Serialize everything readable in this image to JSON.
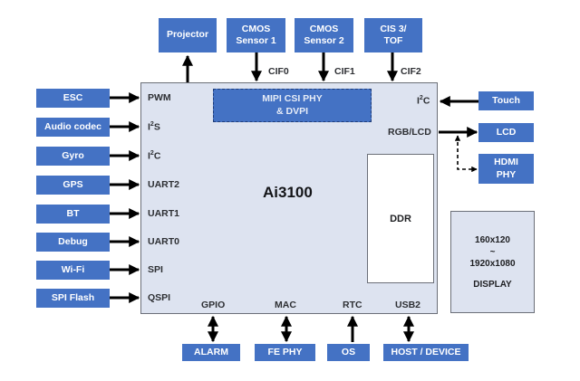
{
  "chip": {
    "name": "Ai3100",
    "internal_block": "MIPI CSI PHY\n& DVPI",
    "memory": "DDR"
  },
  "top_peripherals": [
    {
      "label": "Projector",
      "interface": "",
      "direction": "out"
    },
    {
      "label": "CMOS\nSensor 1",
      "interface": "CIF0",
      "direction": "in"
    },
    {
      "label": "CMOS\nSensor  2",
      "interface": "CIF1",
      "direction": "in"
    },
    {
      "label": "CIS 3/\nTOF",
      "interface": "CIF2",
      "direction": "in"
    }
  ],
  "left_peripherals": [
    {
      "label": "ESC",
      "interface": "PWM",
      "direction": "bidirectional"
    },
    {
      "label": "Audio codec",
      "interface_base": "I",
      "interface_sup": "2",
      "interface_tail": "S",
      "direction": "bidirectional"
    },
    {
      "label": "Gyro",
      "interface_base": "I",
      "interface_sup": "2",
      "interface_tail": "C",
      "direction": "in"
    },
    {
      "label": "GPS",
      "interface": "UART2",
      "direction": "bidirectional"
    },
    {
      "label": "BT",
      "interface": "UART1",
      "direction": "bidirectional"
    },
    {
      "label": "Debug",
      "interface": "UART0",
      "direction": "bidirectional"
    },
    {
      "label": "Wi-Fi",
      "interface": "SPI",
      "direction": "bidirectional"
    },
    {
      "label": "SPI Flash",
      "interface": "QSPI",
      "direction": "bidirectional"
    }
  ],
  "right_peripherals": [
    {
      "label": "Touch",
      "interface_base": "I",
      "interface_sup": "2",
      "interface_tail": "C",
      "direction": "in"
    },
    {
      "label": "LCD",
      "interface": "RGB/LCD",
      "direction": "out"
    },
    {
      "label": "HDMI\nPHY",
      "interface": "",
      "direction": "out-optional"
    }
  ],
  "bottom_peripherals": [
    {
      "label": "ALARM",
      "interface": "GPIO",
      "direction": "bidirectional"
    },
    {
      "label": "FE PHY",
      "interface": "MAC",
      "direction": "bidirectional"
    },
    {
      "label": "OS",
      "interface": "RTC",
      "direction": "in"
    },
    {
      "label": "HOST / DEVICE",
      "interface": "USB2",
      "direction": "bidirectional"
    }
  ],
  "display": {
    "min_res": "160x120",
    "separator": "~",
    "max_res": "1920x1080",
    "label": "DISPLAY"
  },
  "colors": {
    "block_fill": "#4472c4",
    "chip_fill": "#dde3f0",
    "border": "#6b6f78",
    "arrow": "#000000"
  }
}
